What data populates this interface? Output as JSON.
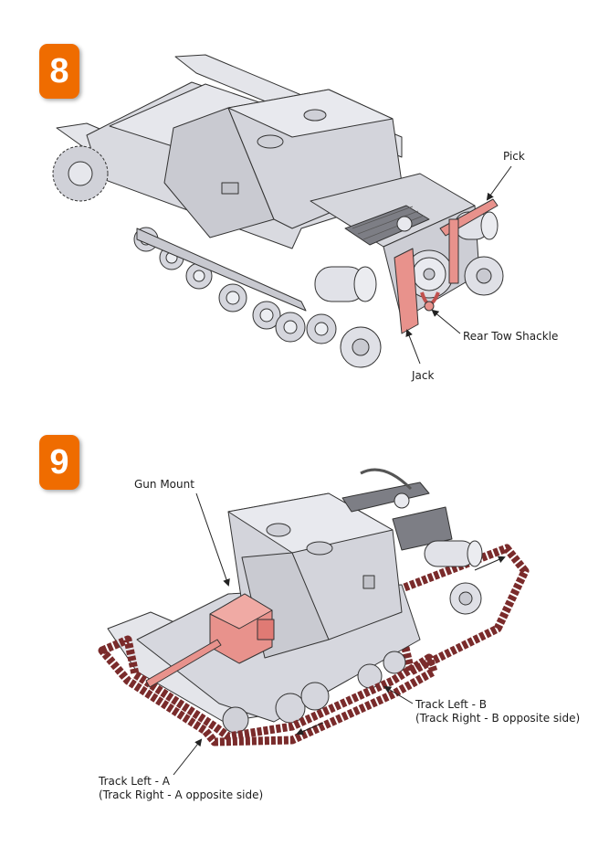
{
  "colors": {
    "badge": "#ef6c00",
    "highlight": "#e8928c",
    "track": "#7a2b2b",
    "body": "#dcdde3",
    "line": "#333333"
  },
  "steps": [
    {
      "number": "8",
      "labels": {
        "pick": "Pick",
        "rear_tow_shackle": "Rear Tow Shackle",
        "jack": "Jack"
      }
    },
    {
      "number": "9",
      "labels": {
        "gun_mount": "Gun Mount",
        "track_left_b": "Track Left - B",
        "track_right_b": "(Track Right - B opposite side)",
        "track_left_a": "Track Left - A",
        "track_right_a": "(Track Right - A opposite side)"
      }
    }
  ]
}
